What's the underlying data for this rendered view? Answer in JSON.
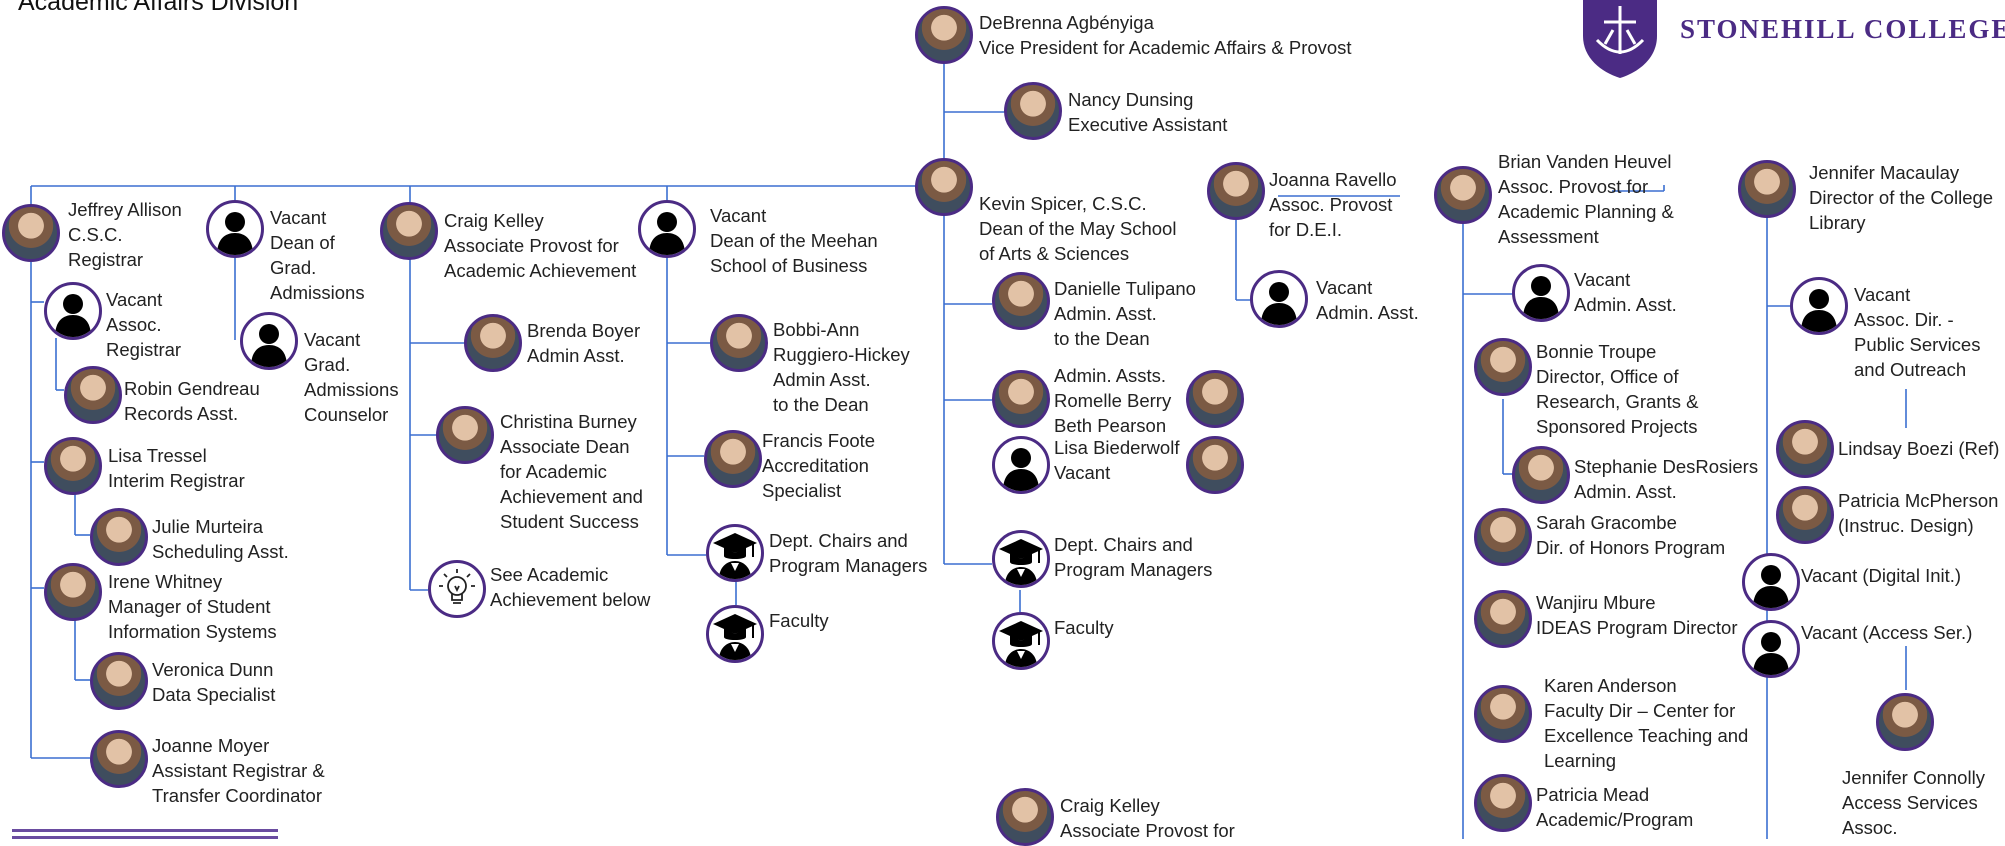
{
  "header": {
    "division_title": "Academic Affairs Division",
    "college_name": "STONEHILL COLLEGE"
  },
  "colors": {
    "line": "#3b6fd1",
    "ring": "#4b2b84",
    "brand": "#4b2b84"
  },
  "people": {
    "provost": {
      "lines": [
        "DeBrenna Agbényiga",
        "Vice President for Academic Affairs & Provost"
      ],
      "icon": "photo"
    },
    "dunsing": {
      "lines": [
        "Nancy Dunsing",
        "Executive Assistant"
      ],
      "icon": "photo"
    },
    "allison": {
      "lines": [
        "Jeffrey Allison",
        "C.S.C.",
        "Registrar"
      ],
      "icon": "photo"
    },
    "vac_dean_grad": {
      "lines": [
        "Vacant",
        "Dean of",
        "Grad.",
        "Admissions"
      ],
      "icon": "silhouette"
    },
    "vac_assoc_reg": {
      "lines": [
        "Vacant",
        "Assoc.",
        "Registrar"
      ],
      "icon": "silhouette"
    },
    "vac_grad_counselor": {
      "lines": [
        "Vacant",
        "Grad.",
        "Admissions",
        "Counselor"
      ],
      "icon": "silhouette"
    },
    "gendreau": {
      "lines": [
        "Robin Gendreau",
        "Records Asst."
      ],
      "icon": "photo"
    },
    "tressel": {
      "lines": [
        "Lisa Tressel",
        "Interim Registrar"
      ],
      "icon": "photo"
    },
    "murteira": {
      "lines": [
        "Julie Murteira",
        "Scheduling Asst."
      ],
      "icon": "photo"
    },
    "whitney": {
      "lines": [
        "Irene Whitney",
        "Manager of Student",
        "Information Systems"
      ],
      "icon": "photo"
    },
    "dunn": {
      "lines": [
        "Veronica Dunn",
        "Data Specialist"
      ],
      "icon": "photo"
    },
    "moyer": {
      "lines": [
        "Joanne Moyer",
        "Assistant Registrar &",
        "Transfer Coordinator"
      ],
      "icon": "photo"
    },
    "kelley": {
      "lines": [
        "Craig Kelley",
        "Associate Provost for",
        "Academic Achievement"
      ],
      "icon": "photo"
    },
    "boyer": {
      "lines": [
        "Brenda Boyer",
        "Admin Asst."
      ],
      "icon": "photo"
    },
    "burney": {
      "lines": [
        "Christina Burney",
        "Associate Dean",
        "for Academic",
        "Achievement and",
        "Student Success"
      ],
      "icon": "photo"
    },
    "see_academic": {
      "lines": [
        "See Academic",
        "Achievement below"
      ],
      "icon": "bulb"
    },
    "vac_dean_meehan": {
      "lines": [
        "Vacant",
        "Dean of the Meehan",
        "School of Business"
      ],
      "icon": "silhouette"
    },
    "ruggiero": {
      "lines": [
        "Bobbi-Ann",
        "Ruggiero-Hickey",
        "Admin Asst.",
        "to the Dean"
      ],
      "icon": "photo"
    },
    "foote": {
      "lines": [
        "Francis Foote",
        "Accreditation",
        "Specialist"
      ],
      "icon": "photo"
    },
    "chairs_business": {
      "lines": [
        "Dept. Chairs and",
        "Program Managers"
      ],
      "icon": "grad"
    },
    "faculty_business": {
      "lines": [
        "Faculty"
      ],
      "icon": "grad"
    },
    "spicer": {
      "lines": [
        "Kevin Spicer, C.S.C.",
        "Dean of the May School",
        "of Arts & Sciences"
      ],
      "icon": "photo"
    },
    "tulipano": {
      "lines": [
        "Danielle Tulipano",
        "Admin. Asst.",
        "to the Dean"
      ],
      "icon": "photo"
    },
    "admin_assts": {
      "lines": [
        "Admin. Assts.",
        "Romelle Berry",
        "Beth Pearson"
      ],
      "icon": "photo"
    },
    "biederwolf": {
      "lines": [
        "Lisa Biederwolf",
        "Vacant"
      ],
      "icon": "silhouette"
    },
    "chairs_arts": {
      "lines": [
        "Dept. Chairs and",
        "Program Managers"
      ],
      "icon": "grad"
    },
    "faculty_arts": {
      "lines": [
        "Faculty"
      ],
      "icon": "grad"
    },
    "kelley_bottom": {
      "lines": [
        "Craig Kelley",
        "Associate Provost for"
      ],
      "icon": "photo"
    },
    "ravello": {
      "lines": [
        "Joanna Ravello",
        "Assoc. Provost",
        "for D.E.I."
      ],
      "icon": "photo"
    },
    "vac_admin_dei": {
      "lines": [
        "Vacant",
        "Admin. Asst."
      ],
      "icon": "silhouette"
    },
    "vanden_heuvel": {
      "lines": [
        "Brian Vanden Heuvel",
        "Assoc. Provost for",
        "Academic Planning  &",
        "Assessment"
      ],
      "icon": "photo"
    },
    "vac_admin_planning": {
      "lines": [
        "Vacant",
        "Admin. Asst."
      ],
      "icon": "silhouette"
    },
    "troupe": {
      "lines": [
        "Bonnie Troupe",
        "Director, Office of",
        "Research, Grants &",
        "Sponsored Projects"
      ],
      "icon": "photo"
    },
    "desrosiers": {
      "lines": [
        "Stephanie DesRosiers",
        "Admin. Asst."
      ],
      "icon": "photo"
    },
    "gracombe": {
      "lines": [
        "Sarah Gracombe",
        "Dir. of Honors Program"
      ],
      "icon": "photo"
    },
    "mbure": {
      "lines": [
        "Wanjiru Mbure",
        "IDEAS Program Director"
      ],
      "icon": "photo"
    },
    "anderson": {
      "lines": [
        "Karen Anderson",
        "Faculty Dir – Center for",
        "Excellence Teaching and",
        "Learning"
      ],
      "icon": "photo"
    },
    "mead": {
      "lines": [
        "Patricia Mead",
        "Academic/Program"
      ],
      "icon": "photo"
    },
    "macaulay": {
      "lines": [
        "Jennifer Macaulay",
        "Director of the College",
        "Library"
      ],
      "icon": "photo"
    },
    "vac_assoc_dir": {
      "lines": [
        "Vacant",
        "Assoc. Dir. -",
        "Public Services",
        "and Outreach"
      ],
      "icon": "silhouette"
    },
    "boezi": {
      "lines": [
        "Lindsay Boezi (Ref)"
      ],
      "icon": "photo"
    },
    "mcpherson": {
      "lines": [
        "Patricia McPherson",
        "(Instruc. Design)"
      ],
      "icon": "photo"
    },
    "vac_digital": {
      "lines": [
        "Vacant (Digital Init.)"
      ],
      "icon": "silhouette"
    },
    "vac_access": {
      "lines": [
        "Vacant (Access Ser.)"
      ],
      "icon": "silhouette"
    },
    "connolly": {
      "lines": [
        "Jennifer Connolly",
        "Access Services",
        "Assoc."
      ],
      "icon": "photo"
    }
  }
}
